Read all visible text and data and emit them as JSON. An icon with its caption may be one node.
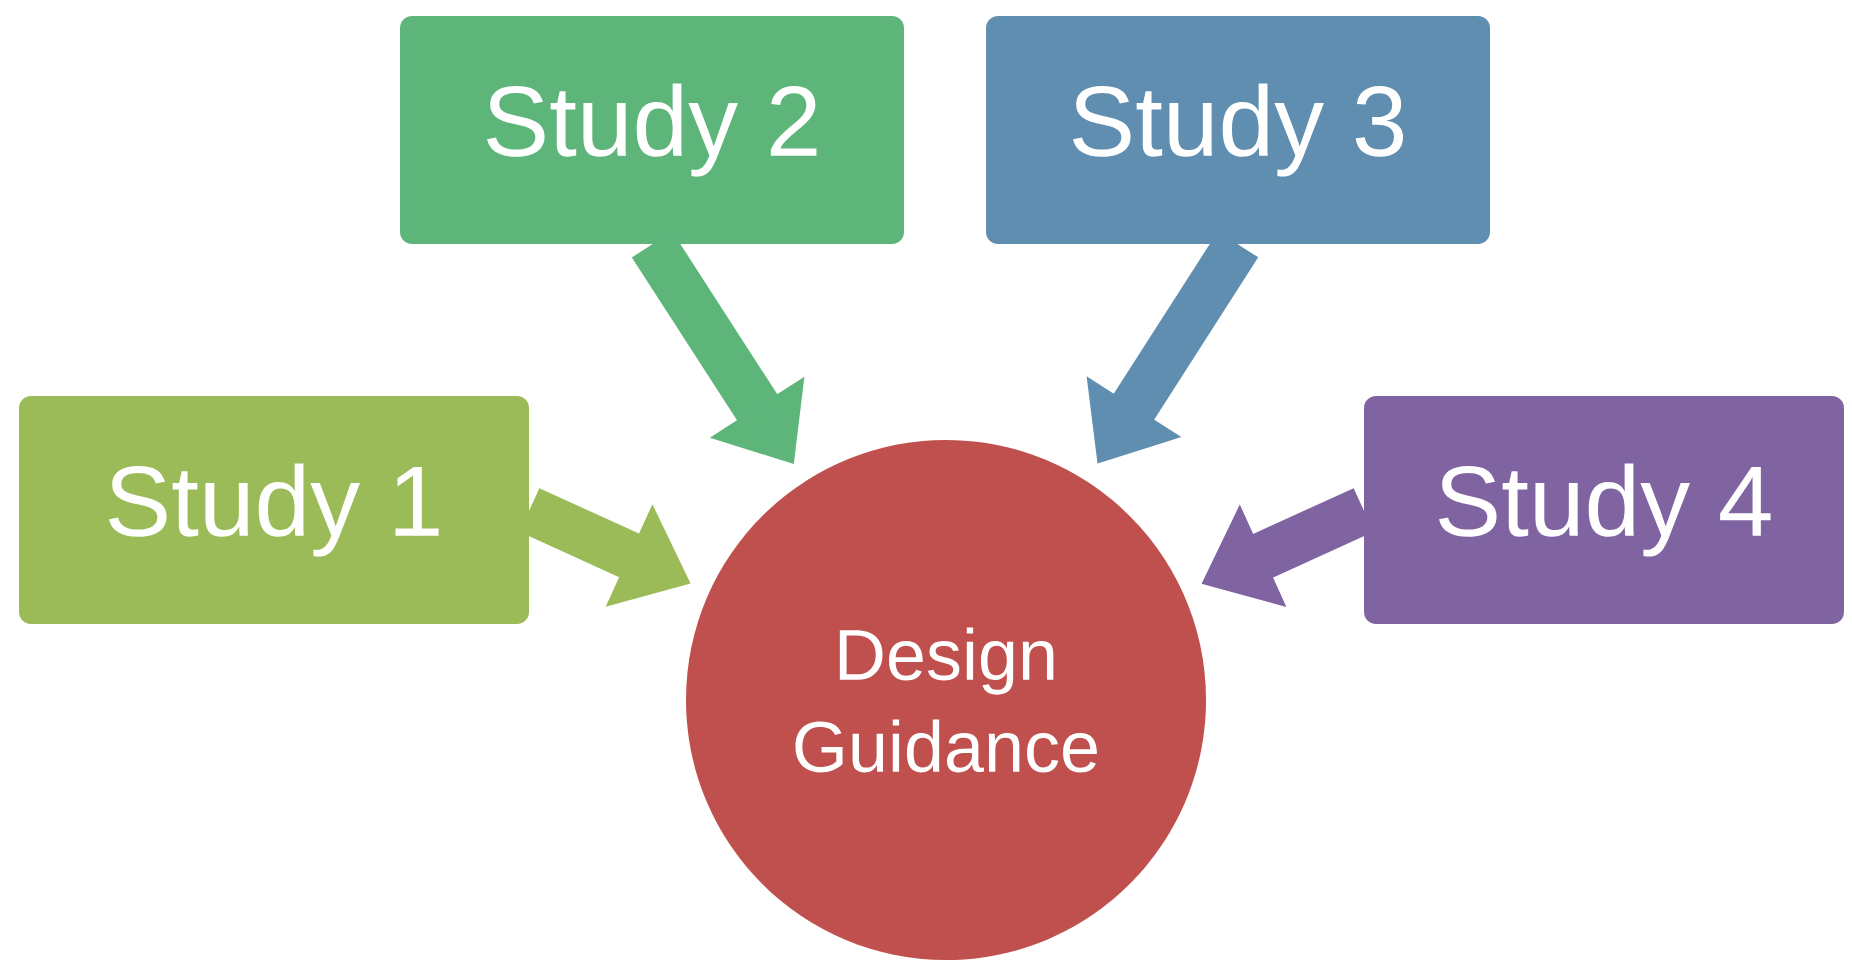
{
  "diagram": {
    "nodes": [
      {
        "text": [
          "Study 1"
        ]
      },
      {
        "text": [
          "Study 2"
        ]
      },
      {
        "text": [
          "Study 3"
        ]
      },
      {
        "text": [
          "Study 4"
        ]
      },
      {
        "text": [
          "Design Guidance"
        ]
      }
    ],
    "edges": [
      {
        "from": 0,
        "to": 4,
        "arrow": "to",
        "color": "#9bbb59"
      },
      {
        "from": 1,
        "to": 4,
        "arrow": "to",
        "color": "#5db57a"
      },
      {
        "from": 2,
        "to": 4,
        "arrow": "to",
        "color": "#5f8eb0"
      },
      {
        "from": 3,
        "to": 4,
        "arrow": "to",
        "color": "#8064a2"
      }
    ]
  }
}
